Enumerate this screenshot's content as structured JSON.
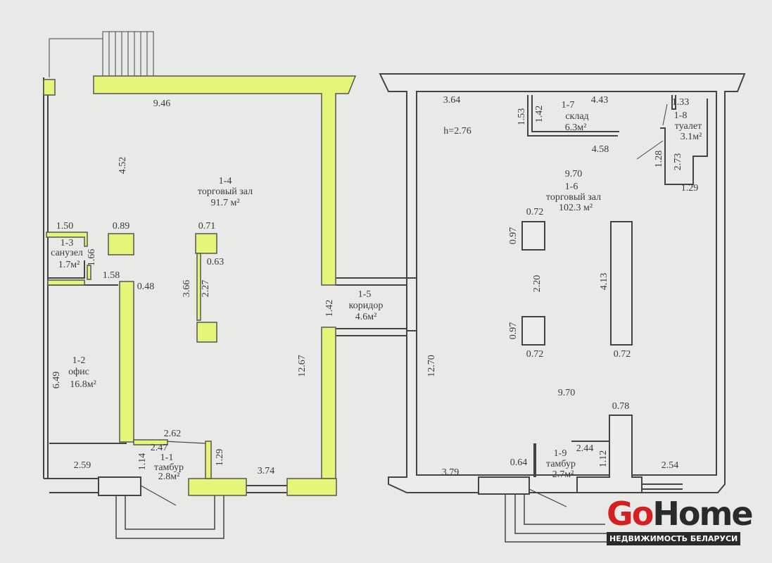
{
  "colors": {
    "wall_highlight": "#e6f57a",
    "wall": "#ececec",
    "line": "#444444",
    "brand_red": "#d42020"
  },
  "left_unit": {
    "room_1_4": {
      "num": "1-4",
      "name": "торговый зал",
      "area": "91.7 м²"
    },
    "room_1_3": {
      "num": "1-3",
      "name": "санузел",
      "area": "1.7м²"
    },
    "room_1_2": {
      "num": "1-2",
      "name": "офис",
      "area": "16.8м²"
    },
    "room_1_1": {
      "num": "1-1",
      "name": "тамбур",
      "area": "2.8м²"
    },
    "dims": [
      "9.46",
      "4.52",
      "1.50",
      "0.89",
      "0.71",
      "1.66",
      "1.58",
      "0.48",
      "0.63",
      "3.66",
      "2.27",
      "6.49",
      "12.67",
      "2.62",
      "2.47",
      "1.14",
      "1.29",
      "2.59",
      "3.74"
    ]
  },
  "corridor": {
    "num": "1-5",
    "name": "коридор",
    "area": "4.6м²",
    "dim": "1.42"
  },
  "right_unit": {
    "height": "h=2.76",
    "room_1_6": {
      "num": "1-6",
      "name": "торговый зал",
      "area": "102.3 м²"
    },
    "room_1_7": {
      "num": "1-7",
      "name": "склад",
      "area": "6.3м²"
    },
    "room_1_8": {
      "num": "1-8",
      "name": "туалет",
      "area": "3.1м²"
    },
    "room_1_9": {
      "num": "1-9",
      "name": "тамбур",
      "area": "2.7м²"
    },
    "dims": [
      "3.64",
      "4.43",
      "1.53",
      "1.42",
      "1.33",
      "4.58",
      "1.28",
      "2.73",
      "1.29",
      "9.70",
      "0.72",
      "0.97",
      "2.20",
      "4.13",
      "0.97",
      "0.72",
      "0.72",
      "12.70",
      "9.70",
      "0.78",
      "2.44",
      "1.12",
      "3.79",
      "0.64",
      "2.54"
    ]
  },
  "logo": {
    "go": "Go",
    "home": "Home",
    "tagline": "НЕДВИЖИМОСТЬ БЕЛАРУСИ"
  }
}
